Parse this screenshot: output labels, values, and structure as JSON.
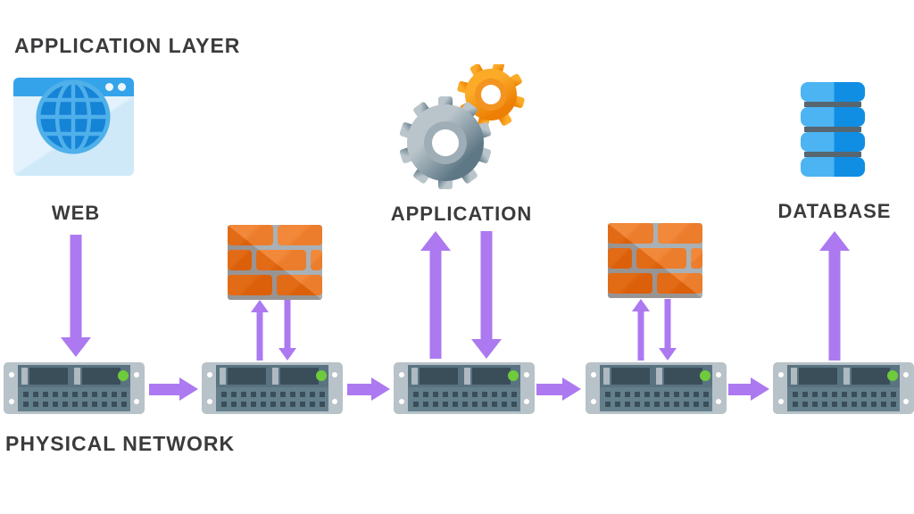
{
  "page": {
    "background": "#ffffff"
  },
  "header": {
    "title": "APPLICATION LAYER"
  },
  "footer": {
    "label": "PHYSICAL NETWORK"
  },
  "tiers": {
    "web": {
      "label": "WEB",
      "icon": "browser-globe-icon"
    },
    "application": {
      "label": "APPLICATION",
      "icon": "gears-icon"
    },
    "database": {
      "label": "DATABASE",
      "icon": "database-icon"
    }
  },
  "infrastructure": {
    "servers": {
      "count": 5,
      "icon": "rack-server-icon"
    },
    "firewalls": {
      "count": 2,
      "icon": "firewall-brick-wall-icon"
    }
  },
  "arrows": [
    {
      "from": "web",
      "to": "server-1",
      "direction": "down"
    },
    {
      "from": "server-1",
      "to": "server-2",
      "direction": "right"
    },
    {
      "from": "server-2",
      "to": "firewall-1",
      "direction": "up"
    },
    {
      "from": "firewall-1",
      "to": "server-2",
      "direction": "down"
    },
    {
      "from": "server-2",
      "to": "server-3",
      "direction": "right"
    },
    {
      "from": "server-3",
      "to": "application",
      "direction": "up"
    },
    {
      "from": "application",
      "to": "server-3",
      "direction": "down"
    },
    {
      "from": "server-3",
      "to": "server-4",
      "direction": "right"
    },
    {
      "from": "server-4",
      "to": "firewall-2",
      "direction": "up"
    },
    {
      "from": "firewall-2",
      "to": "server-4",
      "direction": "down"
    },
    {
      "from": "server-4",
      "to": "server-5",
      "direction": "right"
    },
    {
      "from": "server-5",
      "to": "database",
      "direction": "up"
    }
  ],
  "colors": {
    "page_bg": "#ffffff",
    "arrow": "#ac79f1",
    "text": "#3b3b3d",
    "brick_orange": "#f0741a",
    "brick_shade": "#e8680a",
    "mortar_gray": "#9aa4ab",
    "browser_blue": "#35a3ea",
    "globe_blue": "#1583d6",
    "globe_lines": "#4fb0ea",
    "db_light": "#4cb4f2",
    "db_dark": "#0f8ee4",
    "db_separator": "#57666f",
    "gear_gray_light": "#bac5cb",
    "gear_gray_dark": "#5f7886",
    "gear_orange_light": "#fcab28",
    "gear_orange_dark": "#ec7f04",
    "server_frame": "#b8c2c9",
    "server_top": "#5a7380",
    "server_bottom": "#647f8c",
    "server_slot": "#3a4e5a",
    "led_green": "#6ecb3c"
  }
}
